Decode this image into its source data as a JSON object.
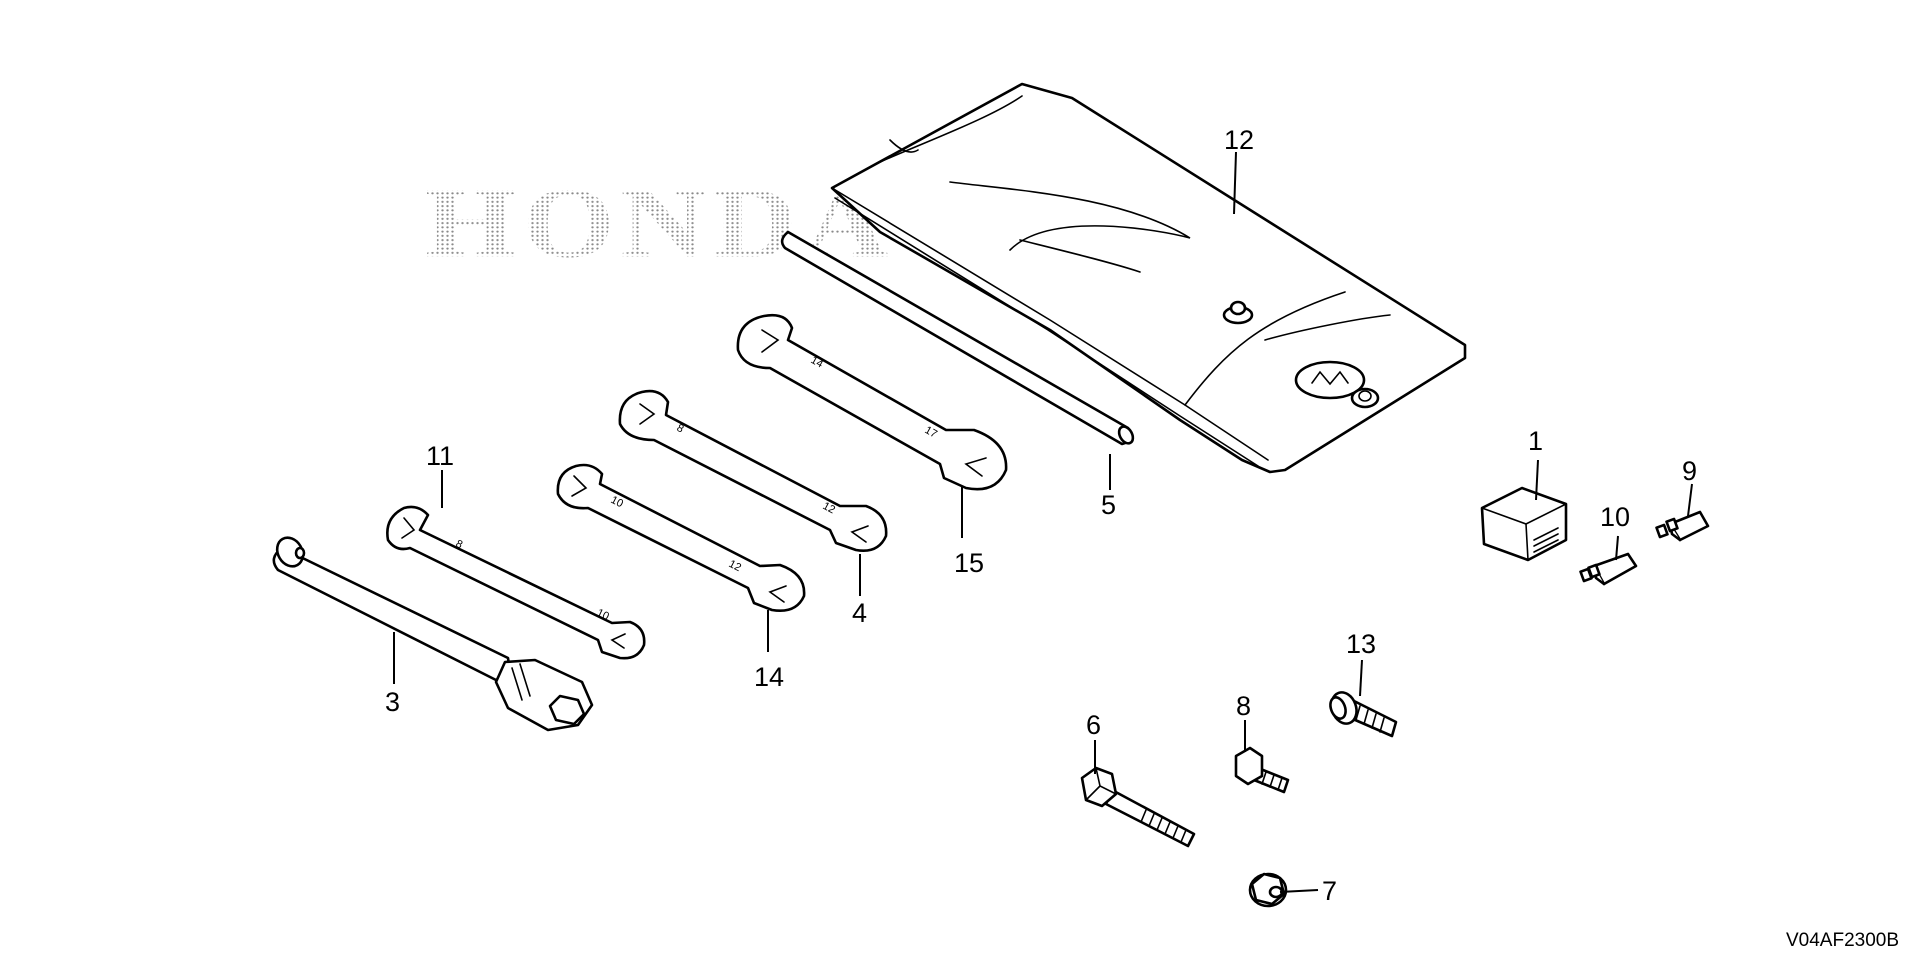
{
  "brand_watermark": "HONDA",
  "diagram_code": "V04AF2300B",
  "callouts": {
    "c1": "1",
    "c3": "3",
    "c4": "4",
    "c5": "5",
    "c6": "6",
    "c7": "7",
    "c8": "8",
    "c9": "9",
    "c10": "10",
    "c11": "11",
    "c12": "12",
    "c13": "13",
    "c14": "14",
    "c15": "15"
  },
  "wrench_stamps": {
    "w11a": "8",
    "w11b": "10",
    "w14a": "10",
    "w14b": "12",
    "w4a": "8",
    "w4b": "12",
    "w15a": "14",
    "w15b": "17"
  },
  "colors": {
    "line": "#000000",
    "background": "#ffffff",
    "watermark": "#9a9a9a"
  }
}
